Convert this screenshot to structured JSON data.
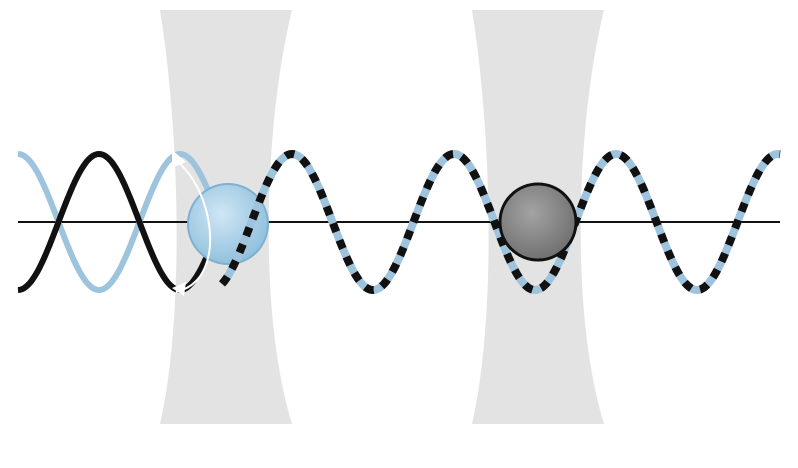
{
  "colors": {
    "background": "#ffffff",
    "beam": "#e3e3e3",
    "axis": "#111111",
    "wave_dark": "#111111",
    "wave_light": "#9ec4dd",
    "atom_light_center": "#cfe6f4",
    "atom_light_edge": "#8fbfdc",
    "atom_light_stroke": "#7fb0cf",
    "atom_dark_center": "#a3a3a3",
    "atom_dark_edge": "#6f6f6f",
    "atom_dark_stroke": "#111111",
    "arrow": "#ffffff"
  },
  "elements": {
    "left_beam": "focused-beam",
    "right_beam": "focused-beam",
    "left_atom": "light-blue-atom",
    "right_atom": "gray-atom",
    "wave_left_dark": "black-wave",
    "wave_left_light": "light-blue-wave",
    "wave_dashed": "black-blue-dashed-wave",
    "arrow": "rotation-arrow"
  }
}
